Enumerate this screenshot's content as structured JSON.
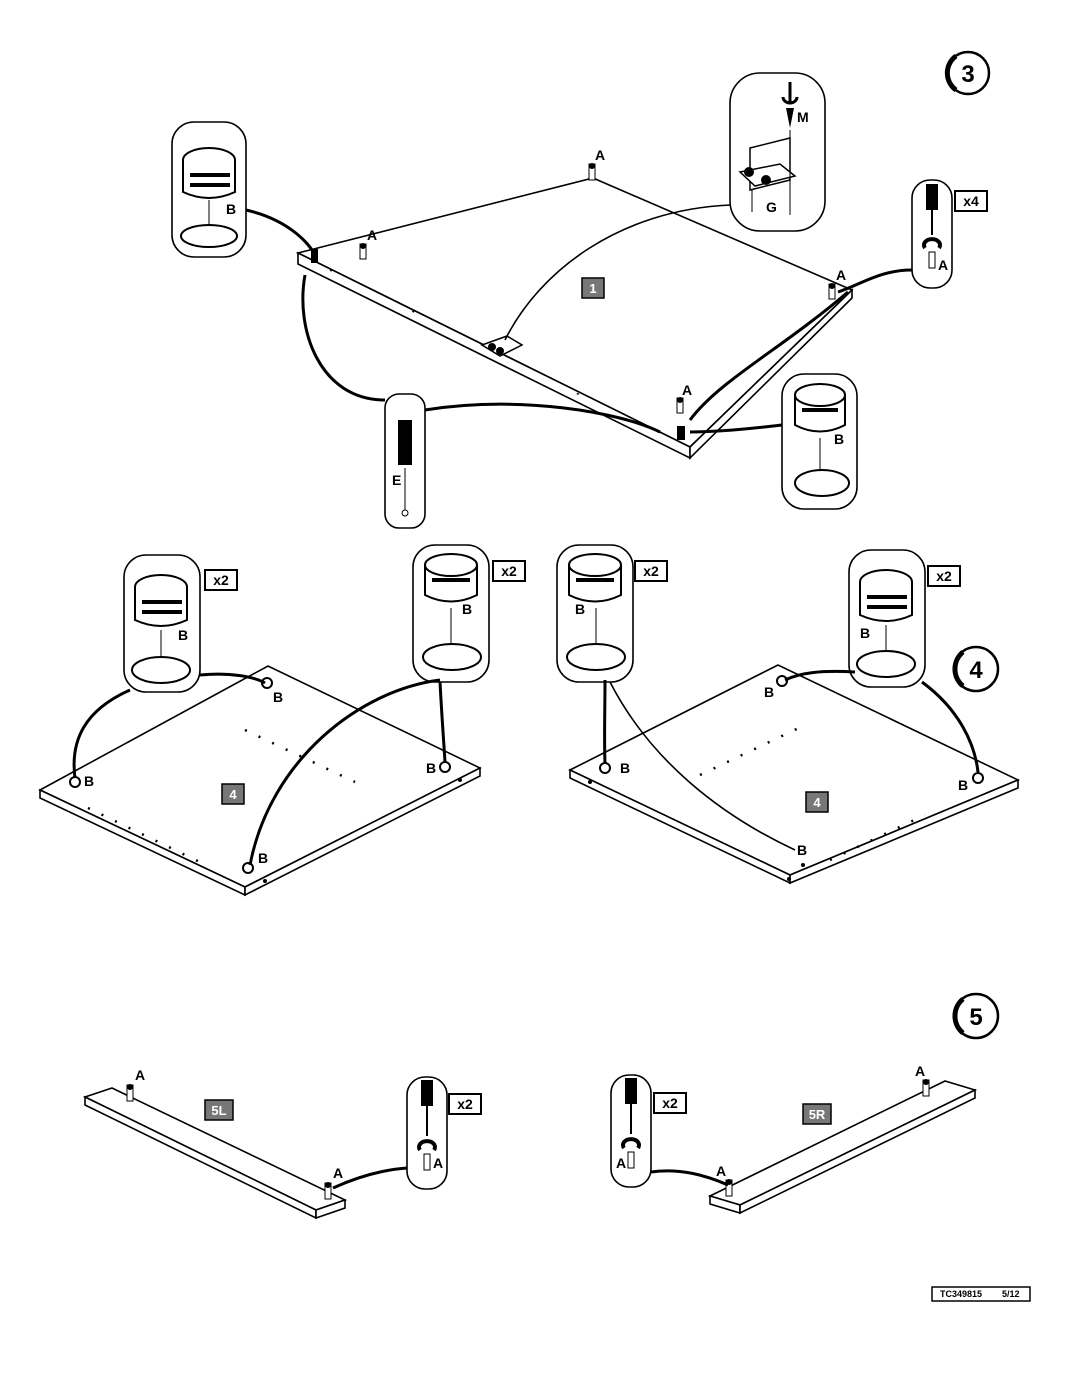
{
  "steps": {
    "s3": "3",
    "s4": "4",
    "s5": "5"
  },
  "part_tags": {
    "p1": "1",
    "p4a": "4",
    "p4b": "4",
    "p5l": "5L",
    "p5r": "5R"
  },
  "quantities": {
    "q_x4": "x4",
    "q_x2_a": "x2",
    "q_x2_b": "x2",
    "q_x2_c": "x2",
    "q_x2_d": "x2",
    "q_x2_e": "x2",
    "q_x2_f": "x2"
  },
  "hardware_letters": {
    "A": "A",
    "B": "B",
    "E": "E",
    "G": "G",
    "M": "M"
  },
  "footer": {
    "code": "TC349815",
    "page": "5/12"
  }
}
